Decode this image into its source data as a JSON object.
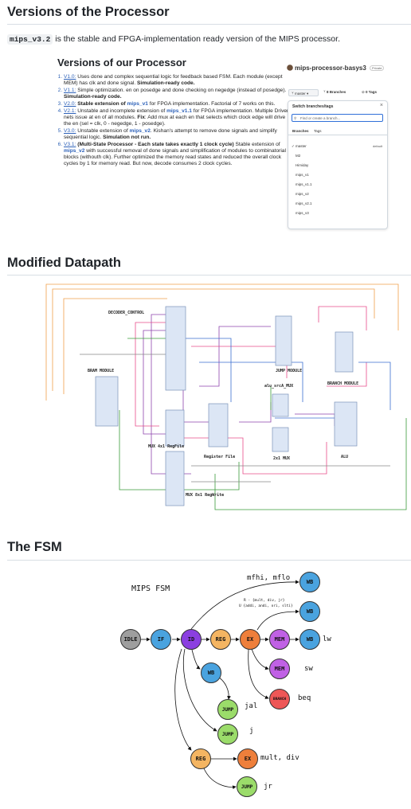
{
  "sections": {
    "versions_heading": "Versions of the Processor",
    "datapath_heading": "Modified Datapath",
    "fsm_heading": "The FSM"
  },
  "intro": {
    "code": "mips_v3.2",
    "text": " is the stable and FPGA-implementation ready version of the MIPS processor."
  },
  "versions_image": {
    "title": "Versions of our Processor",
    "items": [
      {
        "tag": "V1.0:",
        "text": "Uses done and complex sequential logic for feedback based FSM. Each module (except MEM) has clk and done signal. ",
        "bold": "Simulation-ready code",
        "tail": "."
      },
      {
        "tag": "V1.1:",
        "text": "Simple optimization. en on posedge and done checking on negedge (instead of posedge). ",
        "bold": "Simulation-ready code",
        "tail": "."
      },
      {
        "tag": "V2.0:",
        "bold_lead": "Stable extension of ",
        "link": "mips_v1",
        "text": " for FPGA implementation. Factorial of 7 works on this."
      },
      {
        "tag": "V2.1:",
        "text": "Unstable and incomplete extension of ",
        "link": "mips_v1.1",
        "text2": " for FPGA implementation. Multiple Driven nets issue at en of all modules. ",
        "bold": "Fix",
        "tail": ": Add mux at each en that selects which clock edge will drive the en (sel = clk, 0 - negedge, 1 - posedge)."
      },
      {
        "tag": "V3.0:",
        "text": "Unstable extension of ",
        "link": "mips_v2",
        "text2": ". Kishan's attempt to remove done signals and simplify sequential logic. ",
        "bold": "Simulation not run",
        "tail": "."
      },
      {
        "tag": "V3.1:",
        "bold_lead": "(Multi-State Processor - Each state takes exactly 1 clock cycle)",
        "text": " Stable extension of ",
        "link": "mips_v2",
        "text2": " with successful removal of done signals and simplification of modules to combinatorial blocks (withouth clk). Further optimized the memory read states and reduced the overall clock cycles by 1 for memory read. But now, decode consumes 2 clock cycles."
      }
    ]
  },
  "github_panel": {
    "repo": "mips-processor-basys3",
    "visibility": "Private",
    "branch": "master",
    "branches_count": "8 Branches",
    "tags_count": "0 Tags",
    "switch_title": "Switch branches/tags",
    "find_placeholder": "Find or create a branch...",
    "tab_branches": "Branches",
    "tab_tags": "Tags",
    "default_label": "default",
    "branches": [
      "master",
      "M2",
      "Himiday",
      "mips_v1",
      "mips_v1.1",
      "mips_v2",
      "mips_v2.1",
      "mips_v3"
    ]
  },
  "datapath": {
    "labels": {
      "decoder": "DECODER_CONTROL",
      "bram": "BRAM MODULE",
      "jump": "JUMP MODULE",
      "branch": "BRANCH MODULE",
      "alu_src": "alu_srcA_MUX",
      "mux4": "MUX 4x1 RegFile",
      "regfile": "Register File",
      "mux2": "2x1 MUX",
      "alu": "ALU",
      "mux8": "MUX 8x1 RegWrite"
    }
  },
  "fsm": {
    "title": "MIPS FSM",
    "states": {
      "idle": "IDLE",
      "if": "IF",
      "id": "ID",
      "reg": "REG",
      "ex": "EX",
      "mem": "MEM",
      "mem2": "MEM",
      "wb_lw": "WB",
      "wb_top": "WB",
      "wb_mid": "WB",
      "wb_id": "WB",
      "branch": "BRANCH",
      "jump1": "JUMP",
      "jump2": "JUMP",
      "reg2": "REG",
      "ex2": "EX",
      "jump3": "JUMP"
    },
    "labels": {
      "mfhi": "mfhi, mflo",
      "rtype1": "R - {mult, div, jr}",
      "rtype2": "U {addi, andi, ori, slti}",
      "lw": "lw",
      "sw": "sw",
      "beq": "beq",
      "jal": "jal",
      "j": "j",
      "multdiv": "mult, div",
      "jr": "jr"
    },
    "colors": {
      "idle": "#9e9e9e",
      "blue": "#4aa3df",
      "purple": "#8b3fe0",
      "orange": "#f4b562",
      "ex": "#ee7f3b",
      "mem": "#c061e5",
      "branch": "#ee5757",
      "green": "#9bdc6a"
    }
  }
}
